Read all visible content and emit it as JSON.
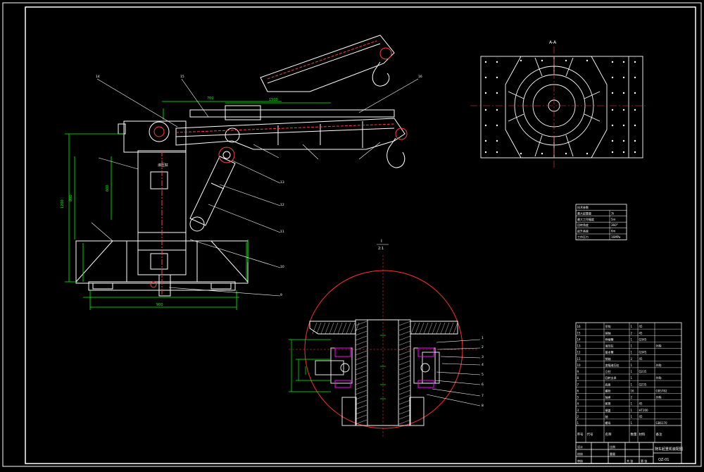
{
  "drawing": {
    "section_mark": "A-A",
    "detail_mark_letter": "I",
    "detail_mark_scale": "2:1",
    "cylinder_label": "液压缸"
  },
  "colors": {
    "background": "#000000",
    "line": "#ffffff",
    "dimension": "#00ff00",
    "hidden": "#ff0000",
    "leader": "#ffffff",
    "highlight": "#ff00ff",
    "center": "#ff0000",
    "text": "#ffffff",
    "blue": "#2040ff"
  },
  "parts_table": {
    "headers": [
      "序号",
      "代号",
      "名称",
      "数量",
      "材料",
      "备注"
    ],
    "rows": [
      [
        "16",
        "",
        "吊钩",
        "1",
        "45",
        ""
      ],
      [
        "15",
        "",
        "销轴",
        "2",
        "45",
        ""
      ],
      [
        "14",
        "",
        "伸缩臂",
        "1",
        "Q345",
        ""
      ],
      [
        "13",
        "",
        "液压缸",
        "1",
        "",
        "外购"
      ],
      [
        "12",
        "",
        "基本臂",
        "1",
        "Q345",
        ""
      ],
      [
        "11",
        "",
        "销轴",
        "2",
        "45",
        ""
      ],
      [
        "10",
        "",
        "变幅液压缸",
        "1",
        "",
        "外购"
      ],
      [
        "9",
        "",
        "立柱",
        "1",
        "Q235",
        ""
      ],
      [
        "8",
        "",
        "回转支承",
        "1",
        "",
        "外购"
      ],
      [
        "7",
        "",
        "底座",
        "1",
        "Q235",
        ""
      ],
      [
        "6",
        "",
        "螺栓",
        "16",
        "",
        "GB5782"
      ],
      [
        "5",
        "",
        "轴承",
        "2",
        "",
        "外购"
      ],
      [
        "4",
        "",
        "套筒",
        "1",
        "45",
        ""
      ],
      [
        "3",
        "",
        "端盖",
        "1",
        "HT200",
        ""
      ],
      [
        "2",
        "",
        "轴",
        "1",
        "45",
        ""
      ],
      [
        "1",
        "",
        "螺母",
        "1",
        "",
        "GB6170"
      ]
    ]
  },
  "title_block": {
    "title": "随车起重机装配图",
    "drawing_no": "QZ-01",
    "cells": [
      "设计",
      "校核",
      "审核",
      "比例",
      "重量",
      "共 张",
      "第 张"
    ]
  },
  "spec_table": {
    "rows": [
      [
        "技术参数",
        ""
      ],
      [
        "最大起重量",
        "3t"
      ],
      [
        "最大工作幅度",
        "5m"
      ],
      [
        "回转角度",
        "360°"
      ],
      [
        "起升高度",
        "6m"
      ],
      [
        "工作压力",
        "16MPa"
      ]
    ]
  },
  "balloons": [
    "1",
    "2",
    "3",
    "4",
    "5",
    "6",
    "7",
    "8",
    "9",
    "10",
    "11",
    "12",
    "13",
    "14",
    "15",
    "16"
  ]
}
